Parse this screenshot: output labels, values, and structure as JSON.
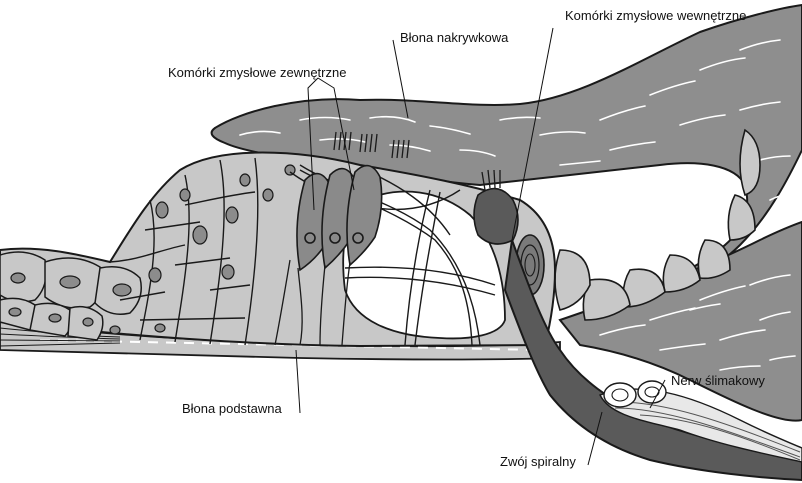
{
  "diagram": {
    "labels": {
      "tectorial_membrane": "Błona nakrywkowa",
      "outer_hair_cells": "Komórki zmysłowe zewnętrzne",
      "inner_hair_cells": "Komórki zmysłowe wewnętrzne",
      "basilar_membrane": "Błona podstawna",
      "cochlear_nerve": "Nerw ślimakowy",
      "spiral_ganglion": "Zwój spiralny"
    },
    "colors": {
      "tissue_light": "#c8c8c8",
      "tissue_mid": "#b4b4b4",
      "tectorial": "#8e8e8e",
      "dark_cells": "#8a8a8a",
      "nerve": "#5a5a5a",
      "nucleus": "#8c8c8c",
      "outline": "#1a1a1a"
    }
  }
}
